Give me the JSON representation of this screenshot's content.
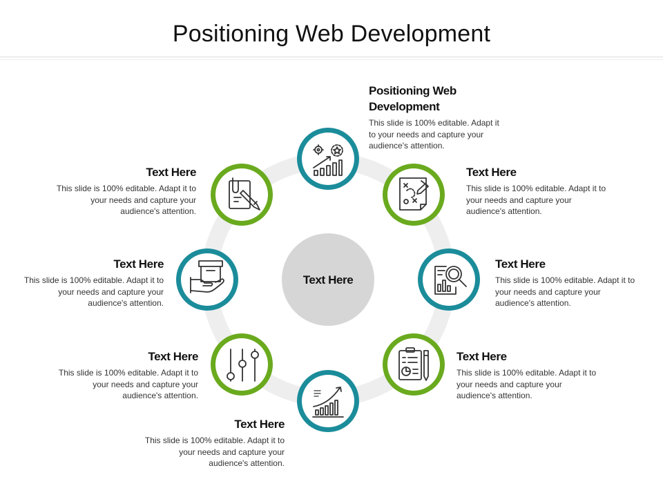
{
  "slide": {
    "title": "Positioning Web Development"
  },
  "center": {
    "label": "Text Here"
  },
  "colors": {
    "teal": "#1b8c9a",
    "green": "#6aaa1e",
    "ring": "#eeeeee",
    "center": "#d6d6d6"
  },
  "nodes": [
    {
      "heading": "Positioning Web Development",
      "body": "This slide is 100% editable. Adapt it to your needs and capture your audience's attention.",
      "icon": "strategy-growth-icon"
    },
    {
      "heading": "Text Here",
      "body": "This slide is 100% editable. Adapt it to your needs and capture your audience's attention.",
      "icon": "game-plan-icon"
    },
    {
      "heading": "Text Here",
      "body": "This slide is 100% editable. Adapt it to your needs and capture your audience's attention.",
      "icon": "data-analysis-icon"
    },
    {
      "heading": "Text Here",
      "body": "This slide is 100% editable. Adapt it to your needs and capture your audience's attention.",
      "icon": "report-clipboard-icon"
    },
    {
      "heading": "Text Here",
      "body": "This slide is 100% editable. Adapt it to your needs and capture your audience's attention.",
      "icon": "growth-chart-icon"
    },
    {
      "heading": "Text Here",
      "body": "This slide is 100% editable. Adapt it to your needs and capture your audience's attention.",
      "icon": "sliders-icon"
    },
    {
      "heading": "Text Here",
      "body": "This slide is 100% editable. Adapt it to your needs and capture your audience's attention.",
      "icon": "hand-box-icon"
    },
    {
      "heading": "Text Here",
      "body": "This slide is 100% editable. Adapt it to your needs and capture your audience's attention.",
      "icon": "document-edit-icon"
    }
  ]
}
